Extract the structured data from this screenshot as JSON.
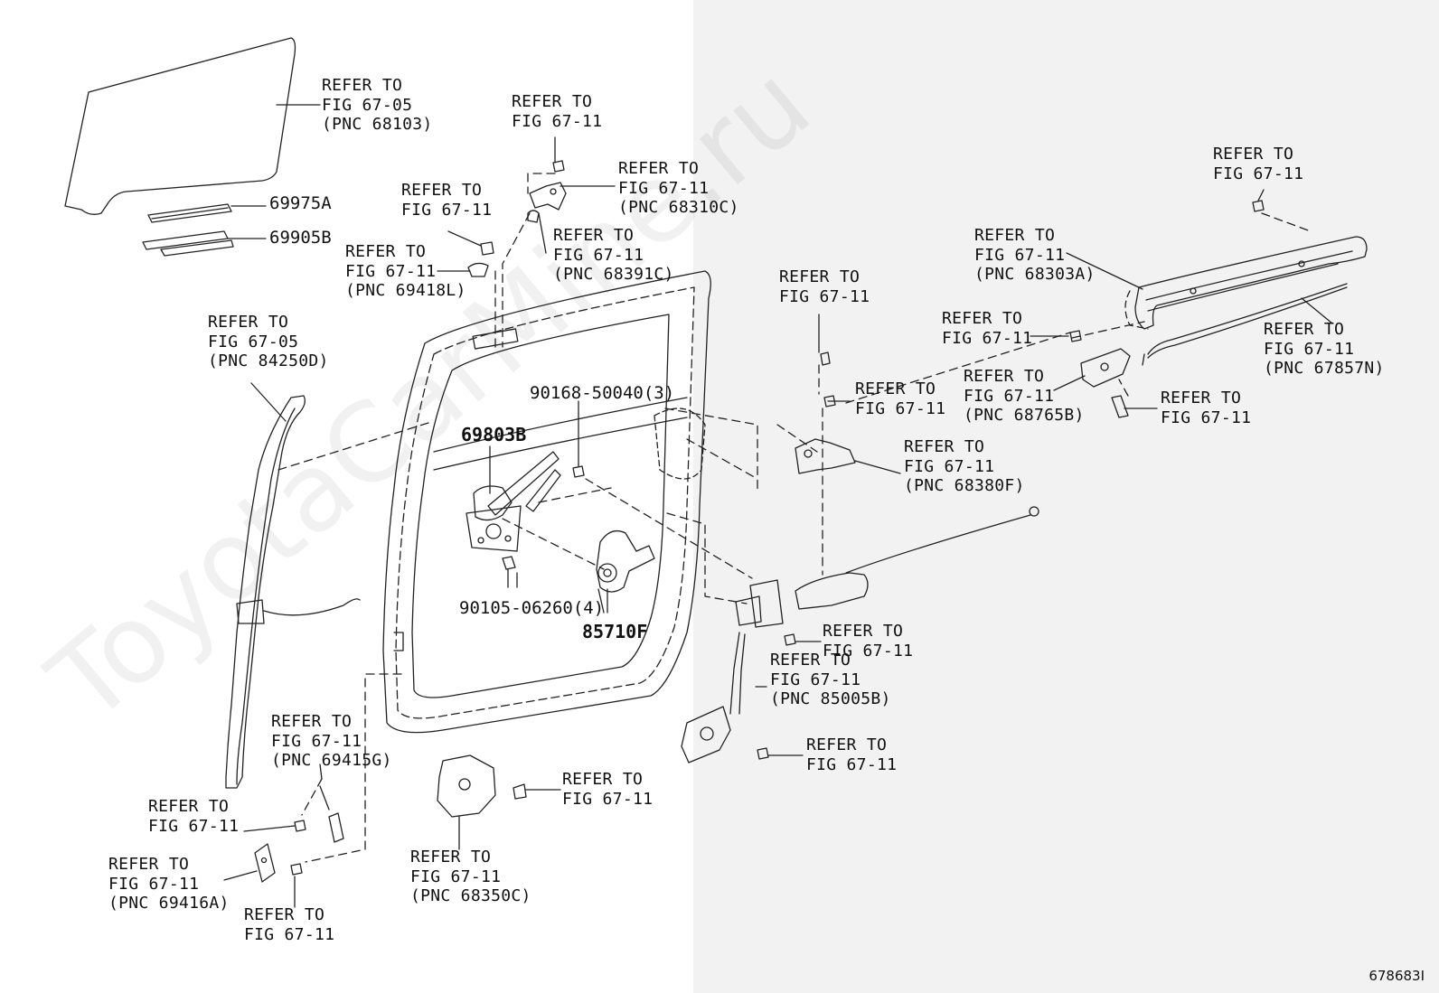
{
  "watermark": "ToyotaCarMine.ru",
  "figure_id": "678683I",
  "part_numbers": {
    "glass_run_a": "69975A",
    "glass_run_b": "69905B",
    "regulator": "69803B",
    "bolt_upper": "90168-50040(3)",
    "bolt_lower": "90105-06260(4)",
    "motor": "85710F"
  },
  "refs": {
    "glass": [
      "REFER TO",
      "FIG 67-05",
      "(PNC 68103)"
    ],
    "top_bolt": [
      "REFER TO",
      "FIG 67-11"
    ],
    "upper_hinge": [
      "REFER TO",
      "FIG 67-11",
      "(PNC 68310C)"
    ],
    "left_bolt": [
      "REFER TO",
      "FIG 67-11"
    ],
    "hinge_pin": [
      "REFER TO",
      "FIG 67-11",
      "(PNC 68391C)"
    ],
    "stopper": [
      "REFER TO",
      "FIG 67-11",
      "(PNC 69418L)"
    ],
    "weatherstrip": [
      "REFER TO",
      "FIG 67-05",
      "(PNC 84250D)"
    ],
    "right_bolt_top": [
      "REFER TO",
      "FIG 67-11"
    ],
    "upper_rail": [
      "REFER TO",
      "FIG 67-11",
      "(PNC 68303A)"
    ],
    "mid_bolt": [
      "REFER TO",
      "FIG 67-11"
    ],
    "roller_bolt": [
      "REFER TO",
      "FIG 67-11"
    ],
    "rail_nut": [
      "REFER TO",
      "FIG 67-11"
    ],
    "cable": [
      "REFER TO",
      "FIG 67-11",
      "(PNC 67857N)"
    ],
    "roller": [
      "REFER TO",
      "FIG 67-11",
      "(PNC 68765B)"
    ],
    "roller_pin": [
      "REFER TO",
      "FIG 67-11"
    ],
    "center_hinge": [
      "REFER TO",
      "FIG 67-11",
      "(PNC 68380F)"
    ],
    "lock_bolt": [
      "REFER TO",
      "FIG 67-11"
    ],
    "lock": [
      "REFER TO",
      "FIG 67-11",
      "(PNC 85005B)"
    ],
    "lock_lower_bolt": [
      "REFER TO",
      "FIG 67-11"
    ],
    "striker": [
      "REFER TO",
      "FIG 67-11",
      "(PNC 69415G)"
    ],
    "bl_bolt_top": [
      "REFER TO",
      "FIG 67-11"
    ],
    "bl_plate": [
      "REFER TO",
      "FIG 67-11",
      "(PNC 69416A)"
    ],
    "bl_bolt_bottom": [
      "REFER TO",
      "FIG 67-11"
    ],
    "lower_hinge_bolt": [
      "REFER TO",
      "FIG 67-11"
    ],
    "lower_hinge": [
      "REFER TO",
      "FIG 67-11",
      "(PNC 68350C)"
    ]
  }
}
